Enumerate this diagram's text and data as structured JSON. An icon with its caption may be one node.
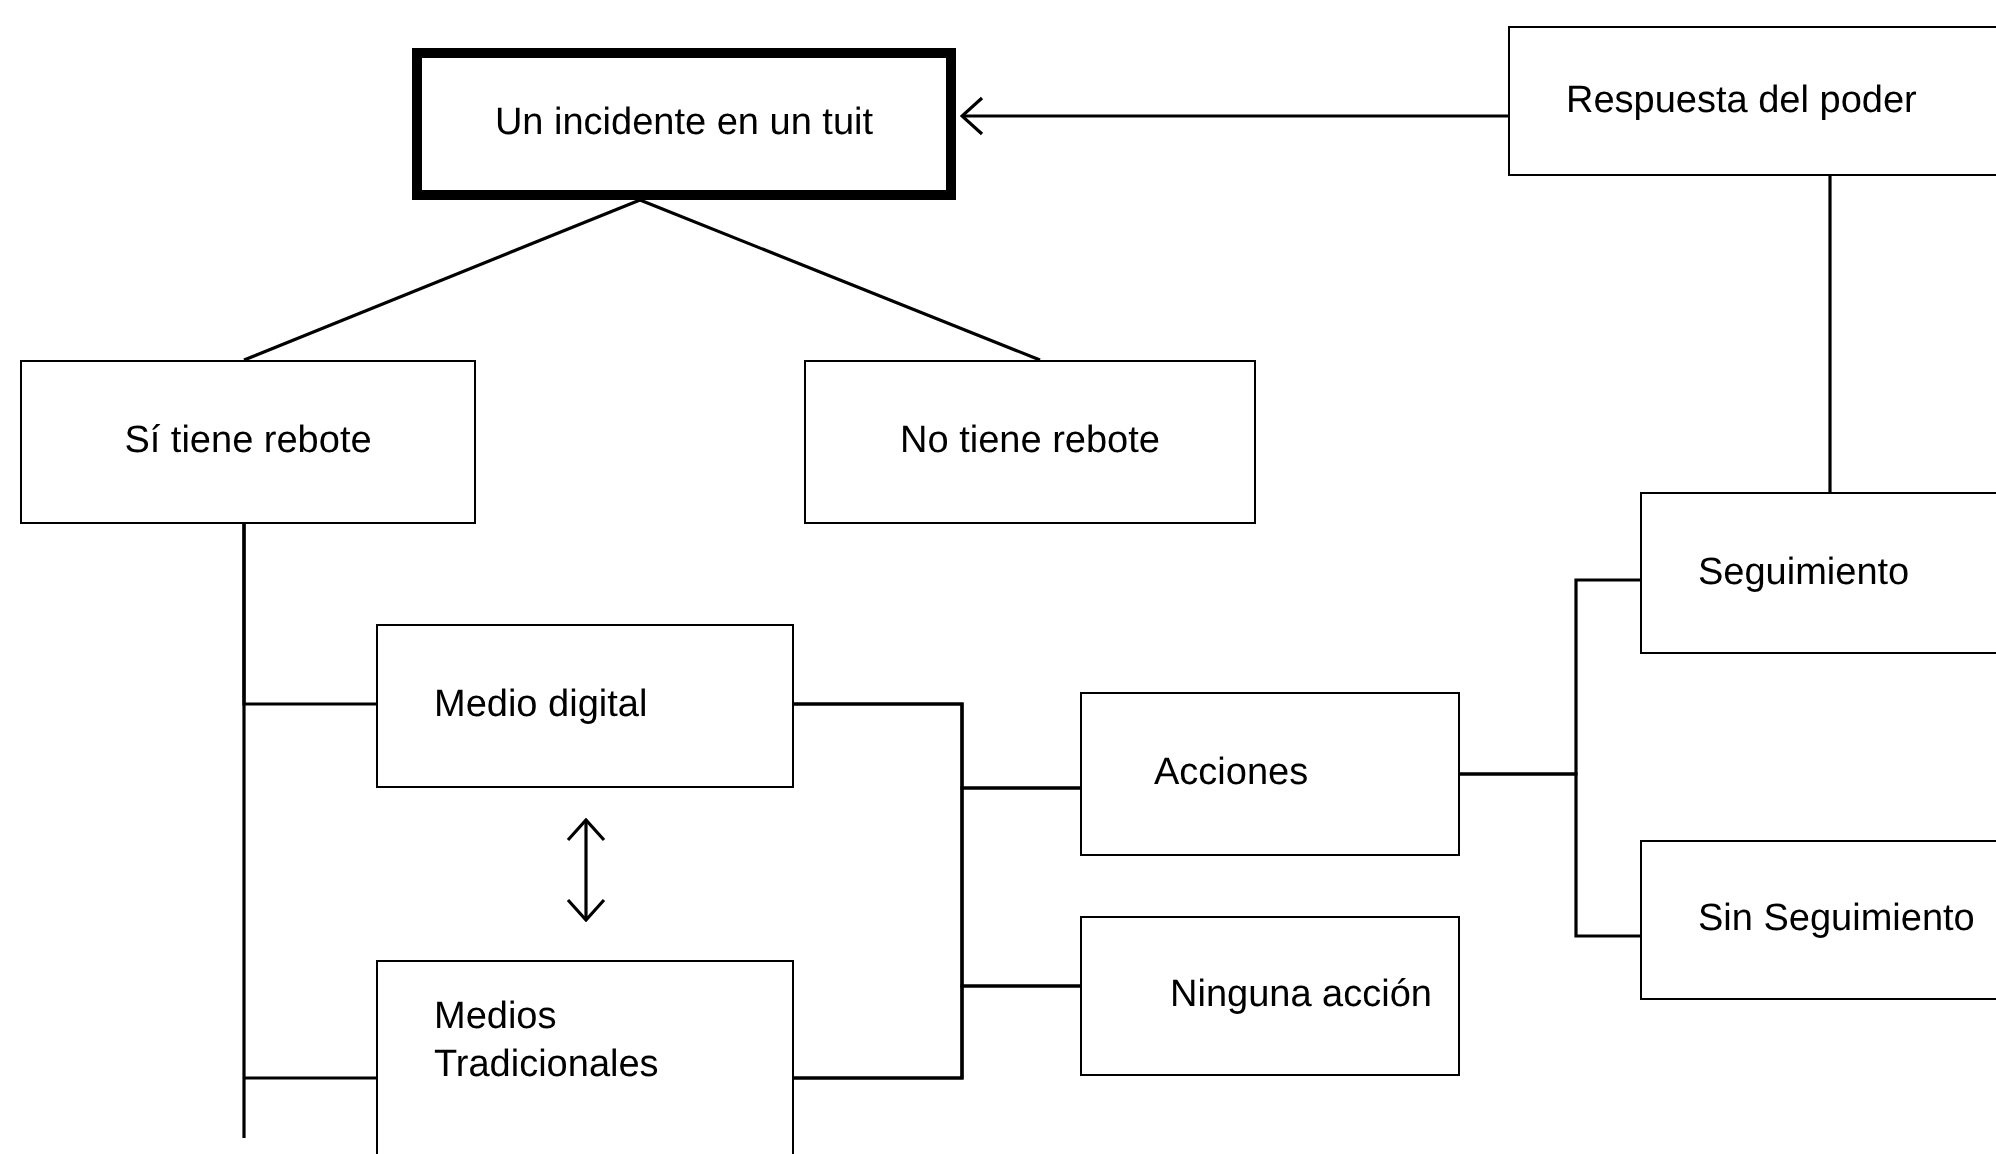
{
  "diagram": {
    "nodes": [
      {
        "text": [
          "Un incidente en un tuit"
        ]
      },
      {
        "text": [
          "Respuesta del poder"
        ]
      },
      {
        "text": [
          "Sí tiene rebote"
        ]
      },
      {
        "text": [
          "No tiene rebote"
        ]
      },
      {
        "text": [
          "Seguimiento"
        ]
      },
      {
        "text": [
          "Sin Seguimiento"
        ]
      },
      {
        "text": [
          "Medio digital"
        ]
      },
      {
        "text": [
          "Acciones"
        ]
      },
      {
        "text": [
          "Medios Tradicionales"
        ]
      },
      {
        "text": [
          "Ninguna acción"
        ]
      }
    ],
    "edges": [
      {
        "from": 1,
        "to": 0,
        "arrow": "to"
      },
      {
        "from": 0,
        "to": 2,
        "arrow": "none"
      },
      {
        "from": 0,
        "to": 3,
        "arrow": "none"
      },
      {
        "from": 1,
        "to": 4,
        "arrow": "none"
      },
      {
        "from": 2,
        "to": 6,
        "arrow": "none"
      },
      {
        "from": 2,
        "to": 8,
        "arrow": "none"
      },
      {
        "from": 6,
        "to": 8,
        "arrow": "both"
      },
      {
        "from": 6,
        "to": 7,
        "arrow": "none"
      },
      {
        "from": 6,
        "to": 9,
        "arrow": "none"
      },
      {
        "from": 8,
        "to": 7,
        "arrow": "none"
      },
      {
        "from": 8,
        "to": 9,
        "arrow": "none"
      },
      {
        "from": 7,
        "to": 4,
        "arrow": "none"
      },
      {
        "from": 7,
        "to": 5,
        "arrow": "none"
      }
    ]
  }
}
